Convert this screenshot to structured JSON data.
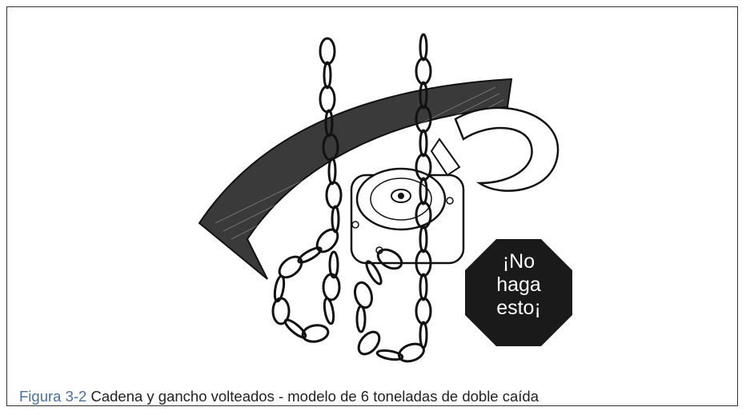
{
  "figure": {
    "figure_label": "Figura 3-2",
    "caption_text": "Cadena y gancho volteados - modelo de 6 toneladas de doble caída"
  },
  "warning_sign": {
    "line1": "¡No",
    "line2": "haga",
    "line3": "esto¡",
    "color": "#1a1a1a"
  },
  "colors": {
    "caption_label": "#4a6fa5",
    "caption_text": "#222222",
    "border": "#333333"
  }
}
